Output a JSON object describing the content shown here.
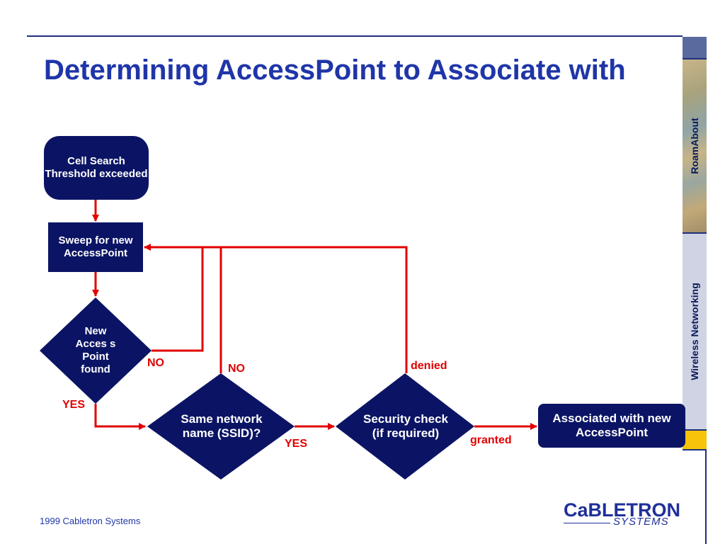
{
  "slide": {
    "title": "Determining AccessPoint to Associate with",
    "footer": "1999 Cabletron Systems"
  },
  "sidebar": {
    "label_top": "RoamAbout",
    "label_mid": "Wireless Networking"
  },
  "logo": {
    "line1": "CaBLETRON",
    "line2": "SYSTEMS"
  },
  "flow": {
    "start": "Cell Search Threshold exceeded",
    "sweep": "Sweep for new AccessPoint",
    "decision_new_ap": "New Acces s Point found",
    "decision_ssid": "Same network name (SSID)?",
    "decision_security": "Security check (if required)",
    "end": "Associated with new AccessPoint",
    "labels": {
      "no1": "NO",
      "no2": "NO",
      "yes1": "YES",
      "yes2": "YES",
      "denied": "denied",
      "granted": "granted"
    }
  },
  "colors": {
    "navy": "#0b1464",
    "arrow": "#e10000",
    "title": "#1f35a8",
    "accent_yellow": "#f6c40b"
  }
}
